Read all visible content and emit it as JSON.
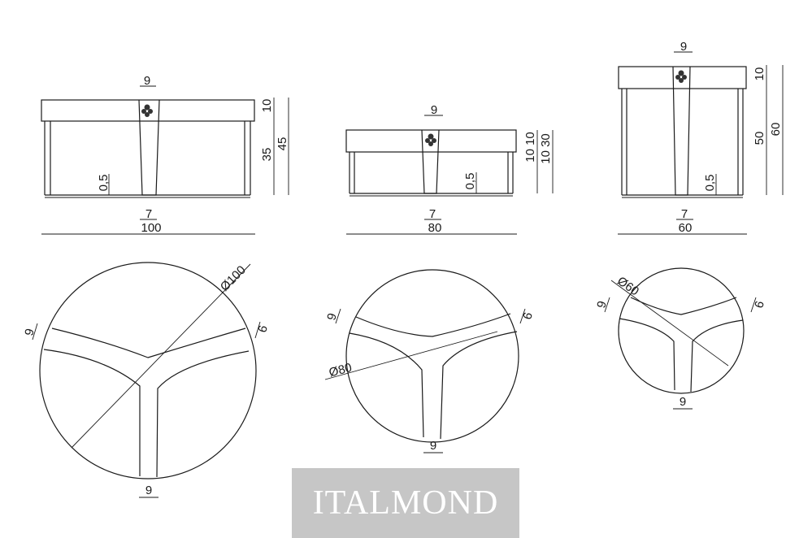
{
  "drawings": [
    {
      "elevation": {
        "top": "9",
        "lid": "10",
        "body": "35",
        "total": "45",
        "gap": "0,5",
        "strap": "7",
        "width": "100"
      },
      "plan": {
        "diameter": "Ø100",
        "left": "9",
        "right": "6",
        "bottom": "9"
      }
    },
    {
      "elevation": {
        "top": "9",
        "lid": "10 10",
        "body": "10 30",
        "gap": "0,5",
        "strap": "7",
        "width": "80"
      },
      "plan": {
        "diameter": "Ø80",
        "left": "9",
        "right": "6",
        "bottom": "9"
      }
    },
    {
      "elevation": {
        "top": "9",
        "lid": "10",
        "body": "50",
        "total": "60",
        "gap": "0,5",
        "strap": "7",
        "width": "60"
      },
      "plan": {
        "diameter": "Ø60",
        "left": "9",
        "right": "6",
        "bottom": "9"
      }
    }
  ],
  "brand": {
    "watermark": "ITALMOND"
  }
}
